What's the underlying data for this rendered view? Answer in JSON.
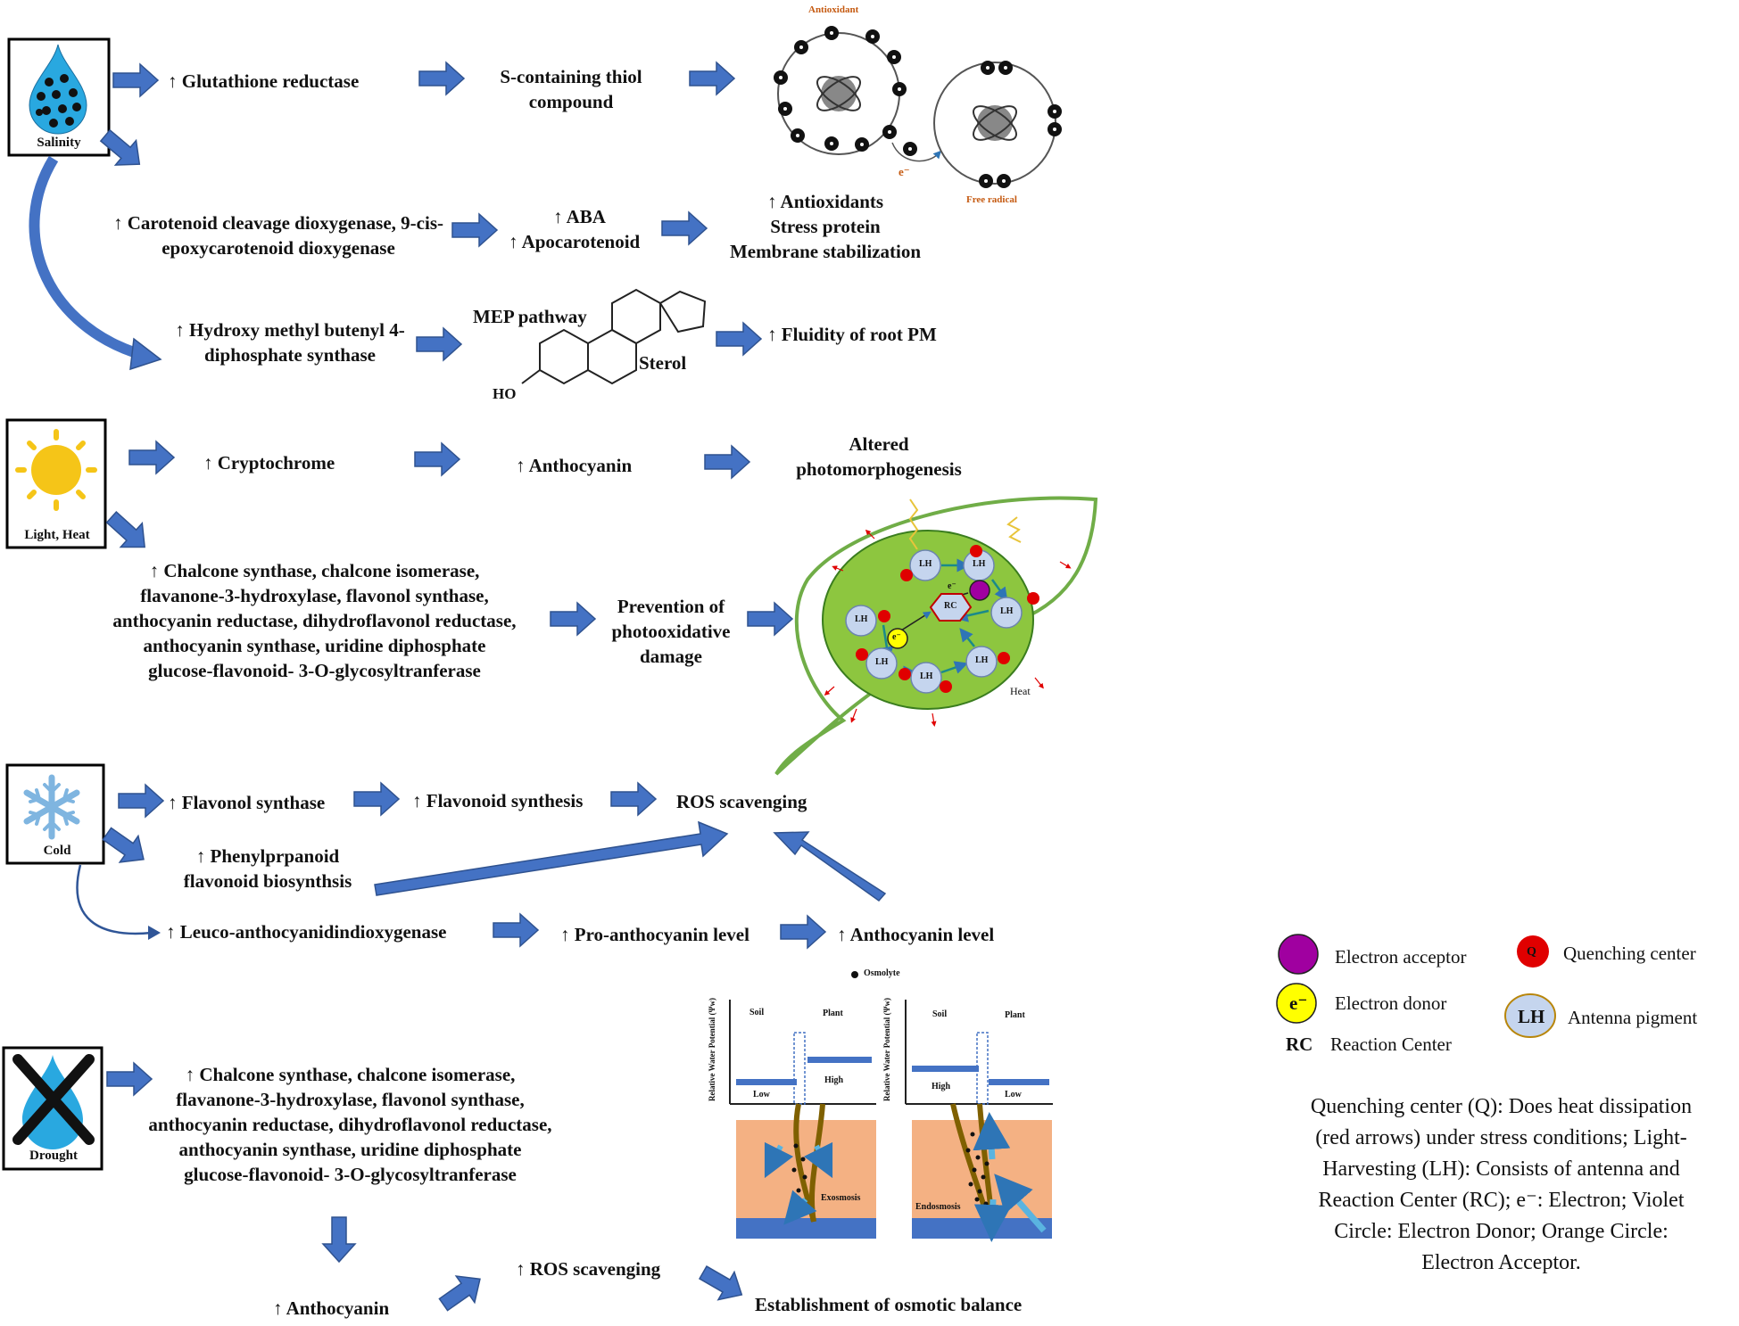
{
  "stress_icons": {
    "salinity": "Salinity",
    "light_heat": "Light, Heat",
    "cold": "Cold",
    "drought": "Drought"
  },
  "salinity": {
    "glutathione": "↑ Glutathione reductase",
    "thiol": "S-containing thiol compound",
    "antioxidant_label": "Antioxidant",
    "electron_label": "e⁻",
    "free_radical_label": "Free radical",
    "carotenoid_enzyme": "↑ Carotenoid cleavage dioxygenase, 9-cis-epoxycarotenoid dioxygenase",
    "aba": "↑ ABA",
    "apocarotenoid": "↑ Apocarotenoid",
    "antioxidants": "↑ Antioxidants",
    "stress_protein": "Stress protein",
    "membrane": "Membrane stabilization",
    "hmbpp": "↑ Hydroxy methyl butenyl 4-diphosphate synthase",
    "mep": "MEP pathway",
    "sterol": "Sterol",
    "ho": "HO",
    "fluidity": "↑ Fluidity of root PM"
  },
  "light": {
    "cryptochrome": "↑ Cryptochrome",
    "anthocyanin": "↑ Anthocyanin",
    "altered": "Altered photomorphogenesis",
    "enzymes_line1": "↑ Chalcone synthase, chalcone isomerase,",
    "enzymes_line2": "flavanone-3-hydroxylase, flavonol synthase,",
    "enzymes_line3": "anthocyanin reductase, dihydroflavonol reductase,",
    "enzymes_line4": "anthocyanin synthase, uridine diphosphate",
    "enzymes_line5": "glucose-flavonoid- 3-O-glycosyltranferase",
    "prevention": "Prevention of photooxidative damage",
    "lh": "LH",
    "q": "Q",
    "rc": "RC",
    "e": "e⁻",
    "heat": "Heat"
  },
  "cold": {
    "flavonol": "↑ Flavonol synthase",
    "flavonoid": "↑ Flavonoid synthesis",
    "ros": "ROS scavenging",
    "phenyl": "↑ Phenylprpanoid flavonoid biosynthsis",
    "leuco": "↑ Leuco-anthocyanidindioxygenase",
    "pro": "↑ Pro-anthocyanin level",
    "antho_level": "↑ Anthocyanin level"
  },
  "drought": {
    "enzymes_line1": "↑ Chalcone synthase, chalcone isomerase,",
    "enzymes_line2": "flavanone-3-hydroxylase, flavonol synthase,",
    "enzymes_line3": "anthocyanin reductase, dihydroflavonol reductase,",
    "enzymes_line4": "anthocyanin synthase, uridine diphosphate",
    "enzymes_line5": "glucose-flavonoid- 3-O-glycosyltranferase",
    "anthocyanin": "↑ Anthocyanin",
    "ros": "↑ ROS scavenging",
    "osmotic": "Establishment of osmotic balance",
    "osmolyte": "Osmolyte",
    "ylabel": "Relative Water Potential (Ψw)",
    "soil": "Soil",
    "plant": "Plant",
    "low": "Low",
    "high": "High",
    "exosmosis": "Exosmosis",
    "endosmosis": "Endosmosis"
  },
  "legend": {
    "electron_acceptor": "Electron acceptor",
    "electron_donor": "Electron donor",
    "rc_abbr": "RC",
    "reaction_center": "Reaction Center",
    "quenching": "Quenching center",
    "antenna": "Antenna pigment",
    "q_sym": "Q",
    "lh_sym": "LH",
    "e_sym": "e⁻"
  },
  "note": {
    "line1": "Quenching center (Q): Does heat dissipation",
    "line2": "(red arrows) under stress conditions; Light-",
    "line3": "Harvesting (LH): Consists of antenna and",
    "line4": "Reaction Center (RC); e⁻: Electron; Violet",
    "line5": "Circle: Electron Donor; Orange Circle:",
    "line6": "Electron Acceptor."
  },
  "colors": {
    "arrow": "#4472c4",
    "arrow_stroke": "#2f528f",
    "drop": "#29a8e0",
    "sun": "#f5c518",
    "leaf": "#8dc63f",
    "leaf_outline": "#70ad47",
    "soil": "#f4b183",
    "root": "#7f6000",
    "acceptor": "#a000a0",
    "donor": "#ffff00",
    "quench": "#e00000",
    "antenna": "#c5d5ee"
  }
}
